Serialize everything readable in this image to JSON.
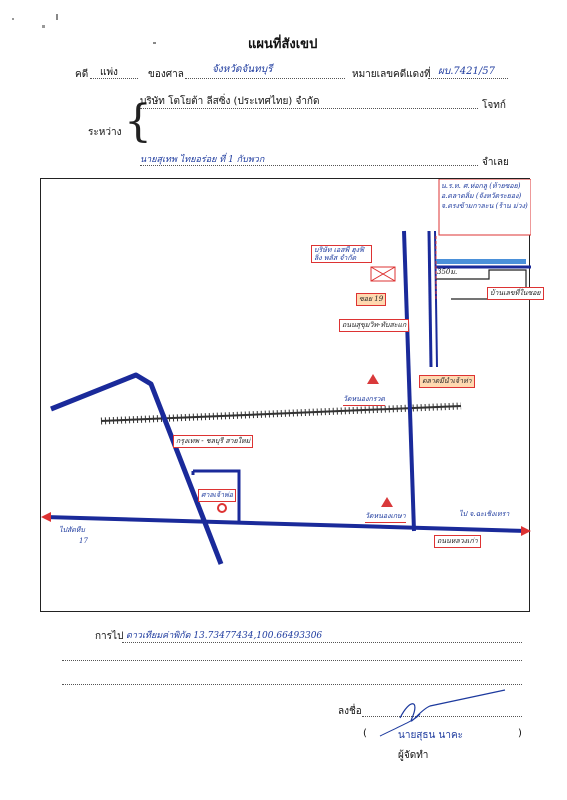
{
  "header": {
    "title": "แผนที่สังเขป",
    "case_label": "คดี",
    "case_type": "แพ่ง",
    "court_label": "ของศาล",
    "court_name": "จังหวัดจันทบุรี",
    "red_number_label": "หมายเลขคดีแดงที่",
    "red_number": "ผบ.7421/57"
  },
  "parties": {
    "between_label": "ระหว่าง",
    "plaintiff": "บริษัท โตโยต้า ลีสซิ่ง (ประเทศไทย) จำกัด",
    "plaintiff_role": "โจทก์",
    "defendant": "นายสุเทพ ไทยอร่อย ที่ 1 กับพวก",
    "defendant_role": "จำเลย"
  },
  "map": {
    "legend_box": "น.ร.ท. ศ.ห่อกลู (ท้ายซอย)\nอ.ตลาดลิ่ม (จังหวัดระยอง)\nจ.ตรงข้ามกาละน (ร้าน ม่วง)",
    "labels": {
      "company": "บริษัท เอสพี ฮุงฟิลิ่ง พลัส จำกัด",
      "distance": "350ม.",
      "pattaya_house": "บ้านเลขที่ในซอย",
      "soi": "ซอย 19",
      "soi_road": "ถนนสุขุมวิท-ทับสะแก",
      "police": "ตลาดมีนำเจ้าท่า",
      "temple_north": "วัดหนองกรวด",
      "railway": "กรุงเทพ - ชลบุรี สายใหม่",
      "shrine": "ศาลเจ้าพ่อ",
      "temple_south": "วัดหนองเกษา",
      "left_dir": "ไปสัตหีบ",
      "right_dir": "ไป จ.ฉะเชิงเทรา",
      "main_road": "ถนนหลวงเก่า",
      "road_number": "17"
    }
  },
  "footer": {
    "coordinates_label": "การไป",
    "coordinates": "ดาวเทียมค่าพิกัด 13.73477434,100.66493306",
    "sign_label": "ลงชื่อ",
    "signer_name": "นายสุธน นาคะ",
    "signer_role": "ผู้จัดทำ"
  },
  "colors": {
    "road": "#1a2a9a",
    "railway": "#333333",
    "label_border": "#dd3333",
    "landmark": "#d9393b",
    "handwriting": "#1d3a9e",
    "water": "#4a90d9"
  }
}
